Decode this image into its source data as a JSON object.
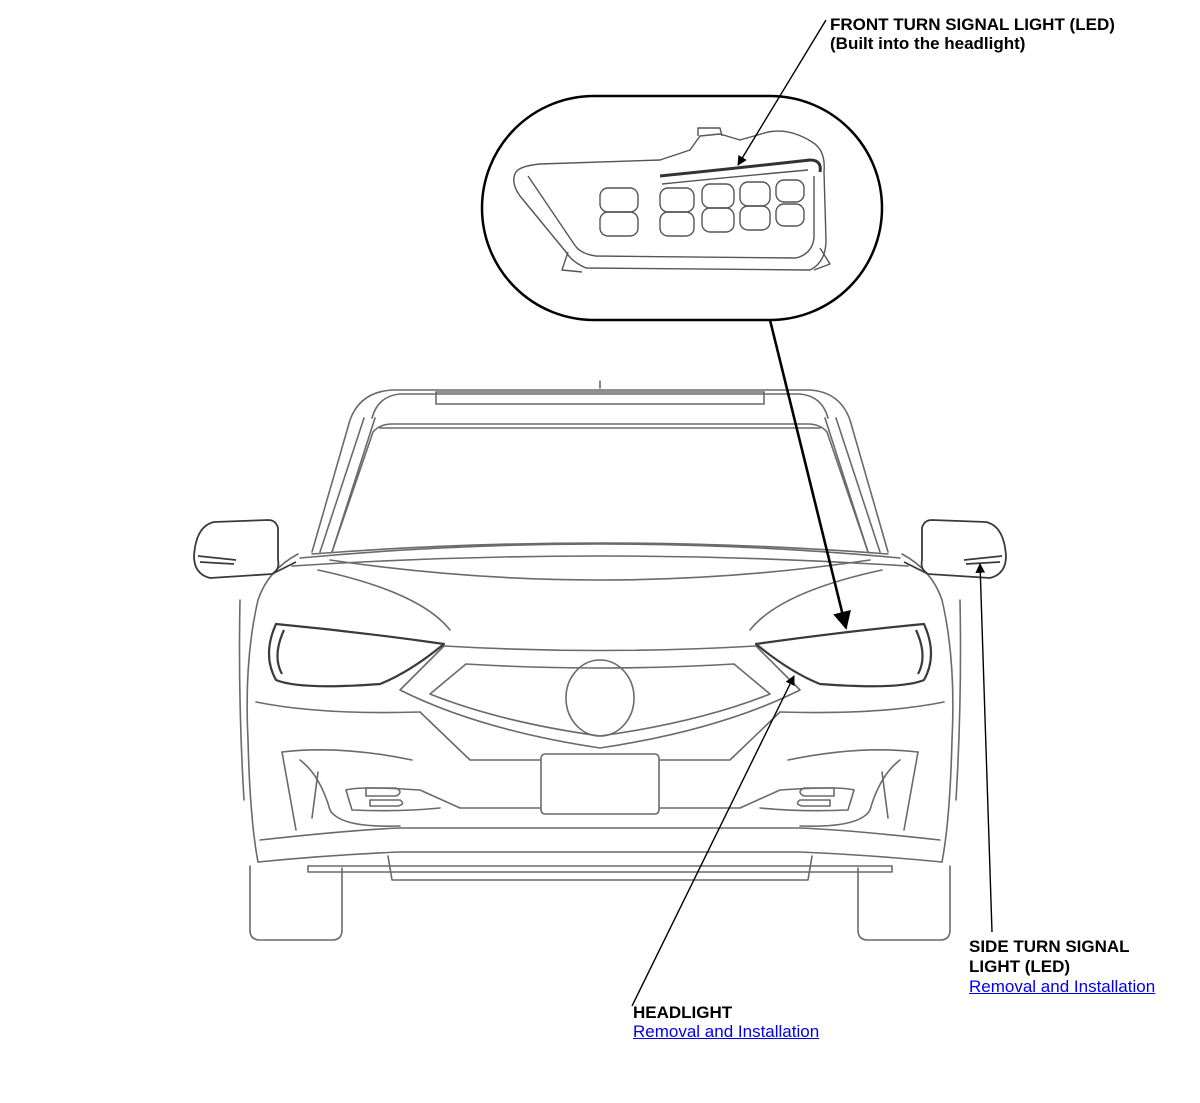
{
  "callouts": {
    "front_turn_signal": {
      "line1": "FRONT TURN SIGNAL LIGHT (LED)",
      "line2": "(Built into the headlight)"
    },
    "side_turn_signal": {
      "line1": "SIDE TURN SIGNAL",
      "line2": "LIGHT (LED)",
      "link": "Removal and Installation"
    },
    "headlight": {
      "line1": "HEADLIGHT",
      "link": "Removal and Installation"
    }
  },
  "colors": {
    "ink": "#000000",
    "outline": "#6f6f6f",
    "link": "#0000ee"
  }
}
